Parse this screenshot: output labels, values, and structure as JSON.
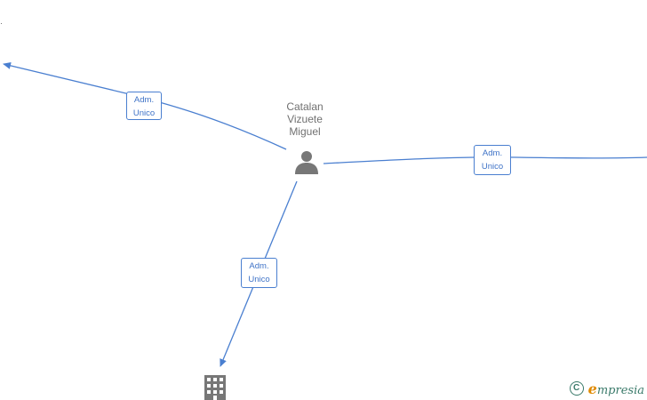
{
  "graph": {
    "person": {
      "name_line1": "Catalan",
      "name_line2": "Vizuete",
      "name_line3": "Miguel",
      "icon": "person-icon"
    },
    "company": {
      "icon": "building-icon"
    },
    "edges": [
      {
        "label_line1": "Adm.",
        "label_line2": "Unico"
      },
      {
        "label_line1": "Adm.",
        "label_line2": "Unico"
      },
      {
        "label_line1": "Adm.",
        "label_line2": "Unico"
      }
    ]
  },
  "colors": {
    "edge": "#4a7fd0",
    "node_icon": "#777777",
    "brand": "#3a7a6a",
    "brand_accent": "#e08a00"
  },
  "brand": {
    "copyright_symbol": "C",
    "first_letter": "e",
    "rest": "mpresia"
  }
}
